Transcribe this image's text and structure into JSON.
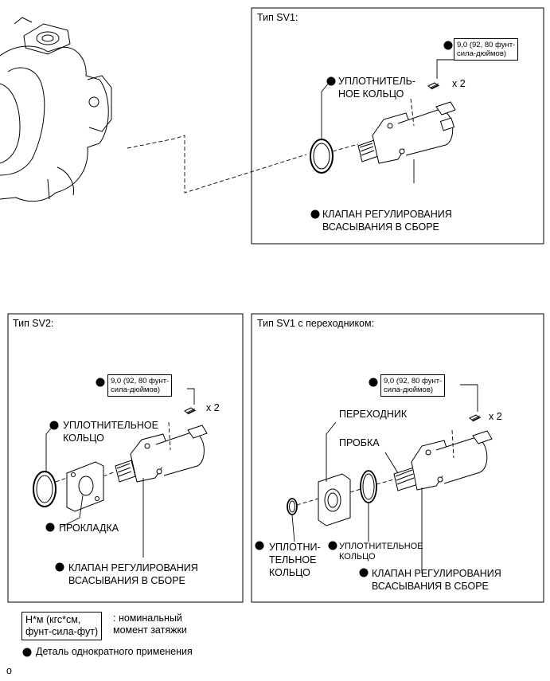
{
  "panels": {
    "sv1": {
      "title": "Тип SV1:",
      "torque": [
        "9,0 (92, 80 фунт-",
        "сила-дюймов)"
      ],
      "bolt_count": "x 2",
      "o_ring": [
        "УПЛОТНИТЕЛЬ-",
        "НОЕ КОЛЬЦО"
      ],
      "valve": [
        "КЛАПАН РЕГУЛИРОВАНИЯ",
        "ВСАСЫВАНИЯ В СБОРЕ"
      ]
    },
    "sv2": {
      "title": "Тип SV2:",
      "torque": [
        "9,0 (92, 80 фунт-",
        "сила-дюймов)"
      ],
      "bolt_count": "x 2",
      "o_ring": [
        "УПЛОТНИТЕЛЬНОЕ",
        "КОЛЬЦО"
      ],
      "gasket": "ПРОКЛАДКА",
      "valve": [
        "КЛАПАН РЕГУЛИРОВАНИЯ",
        "ВСАСЫВАНИЯ В СБОРЕ"
      ]
    },
    "sv1_adapter": {
      "title": "Тип SV1 с переходником:",
      "torque": [
        "9,0 (92, 80 фунт-",
        "сила-дюймов)"
      ],
      "bolt_count": "x 2",
      "adapter": "ПЕРЕХОДНИК",
      "plug": "ПРОБКА",
      "o_ring_small": [
        "УПЛОТНИ-",
        "ТЕЛЬНОЕ",
        "КОЛЬЦО"
      ],
      "o_ring_large": [
        "УПЛОТНИТЕЛЬНОЕ",
        "КОЛЬЦО"
      ],
      "valve": [
        "КЛАПАН РЕГУЛИРОВАНИЯ",
        "ВСАСЫВАНИЯ В СБОРЕ"
      ]
    }
  },
  "legend": {
    "torque_unit": [
      "Н*м (кгс*см,",
      "фунт-сила-фут)"
    ],
    "torque_desc": [
      ": номинальный",
      "момент затяжки"
    ],
    "single_use": "Деталь однократного применения"
  },
  "footer_mark": "o"
}
